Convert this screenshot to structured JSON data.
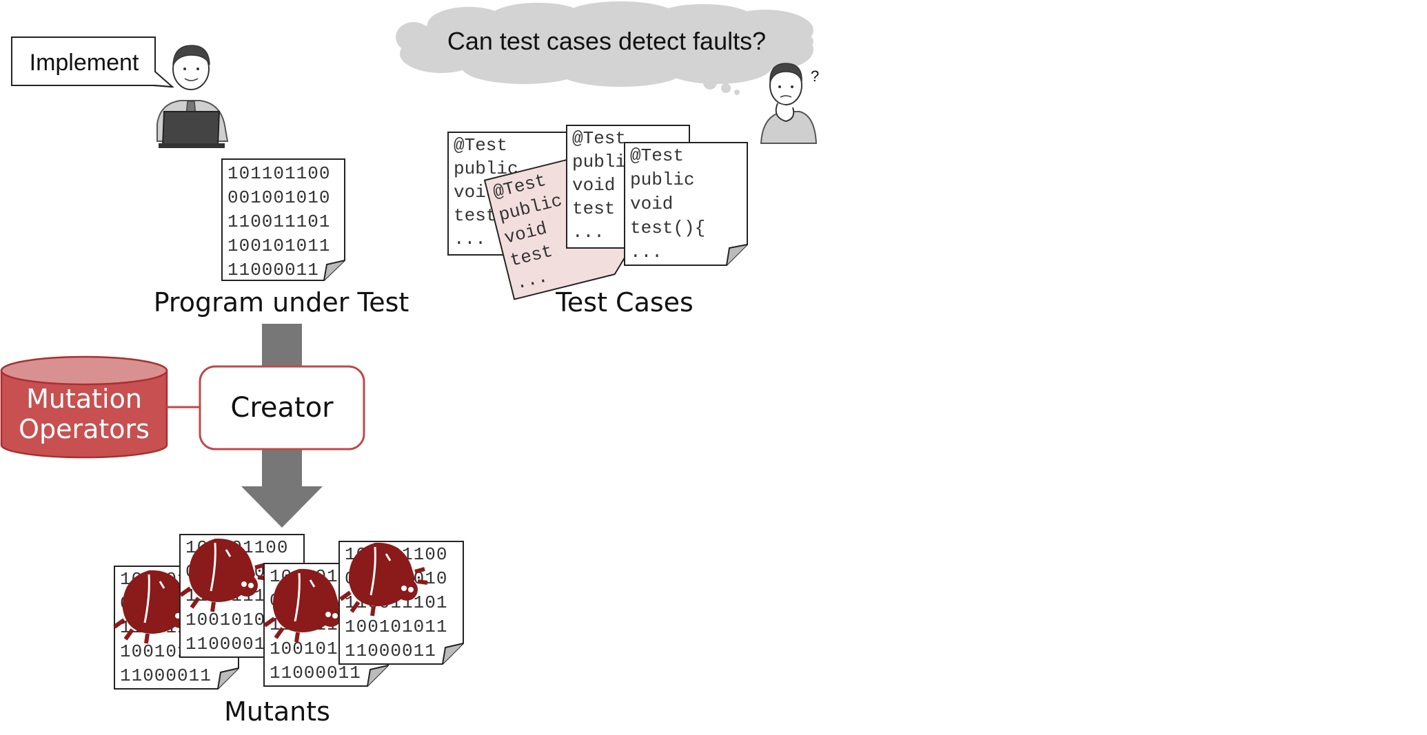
{
  "speech_bubble": {
    "text": "Implement"
  },
  "thought_cloud": {
    "text": "Can test cases detect faults?"
  },
  "thinker": {
    "question_mark": "?"
  },
  "program_doc": {
    "lines": [
      "101101100",
      "001001010",
      "110011101",
      "100101011",
      "11000011"
    ],
    "caption": "Program under Test"
  },
  "test_cases": {
    "docs": [
      [
        "@Test",
        "public",
        "void",
        "test",
        "..."
      ],
      [
        "@Test",
        "public",
        "void",
        "test",
        "..."
      ],
      [
        "@Test",
        "public",
        "void",
        "test",
        "..."
      ],
      [
        "@Test",
        "public",
        "void",
        "test(){",
        "..."
      ]
    ],
    "caption": "Test Cases"
  },
  "operators": {
    "line1": "Mutation",
    "line2": "Operators"
  },
  "creator": {
    "label": "Creator"
  },
  "mutants": {
    "docs": [
      [
        "101101100",
        "001001010",
        "110011101",
        "100101011",
        "11000011"
      ],
      [
        "101101100",
        "001001010",
        "110011101",
        "100101011",
        "11000011"
      ],
      [
        "101101100",
        "001001010",
        "110011101",
        "100101011",
        "11000011"
      ],
      [
        "101101100",
        "001001010",
        "110011101",
        "100101011",
        "11000011"
      ]
    ],
    "caption": "Mutants"
  },
  "colors": {
    "db_fill": "#c85050",
    "db_top": "#d99090",
    "db_stroke": "#a83030",
    "creator_stroke": "#c04848",
    "arrow": "#777777",
    "bug": "#8b1a1a",
    "pink_doc": "#f3dede",
    "cloud": "#d3d3d3"
  }
}
